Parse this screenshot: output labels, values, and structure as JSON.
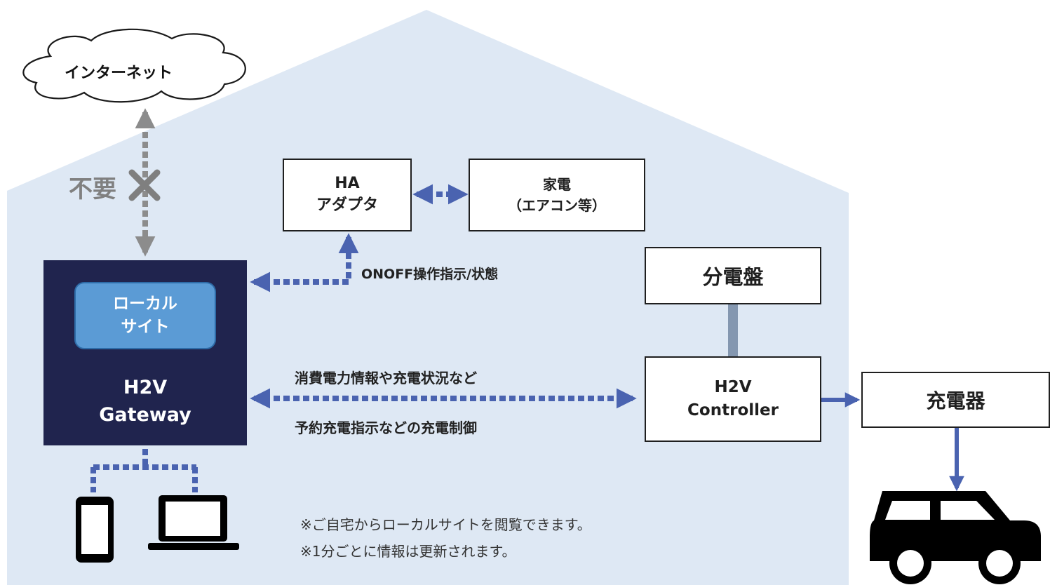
{
  "colors": {
    "house_fill": "#dee8f4",
    "gateway_fill": "#20244e",
    "local_site_fill": "#5b9bd5",
    "arrow_blue": "#4a63b0",
    "arrow_gray": "#8c8c8c",
    "connector_gray": "#8497b0",
    "dark": "#000000"
  },
  "internet": {
    "label": "インターネット"
  },
  "not_needed": {
    "label": "不要"
  },
  "gateway": {
    "local_site": {
      "line1": "ローカル",
      "line2": "サイト"
    },
    "title_line1": "H2V",
    "title_line2": "Gateway"
  },
  "ha_adapter": {
    "line1": "HA",
    "line2": "アダプタ"
  },
  "appliance": {
    "line1": "家電",
    "line2": "（エアコン等）"
  },
  "onoff_label": "ONOFF操作指示/状態",
  "panel": {
    "label": "分電盤"
  },
  "controller": {
    "line1": "H2V",
    "line2": "Controller"
  },
  "charger": {
    "label": "充電器"
  },
  "flow_labels": {
    "top": "消費電力情報や充電状況など",
    "bottom": "予約充電指示などの充電制御"
  },
  "notes": [
    "※ご自宅からローカルサイトを閲覧できます。",
    "※1分ごとに情報は更新されます。"
  ]
}
